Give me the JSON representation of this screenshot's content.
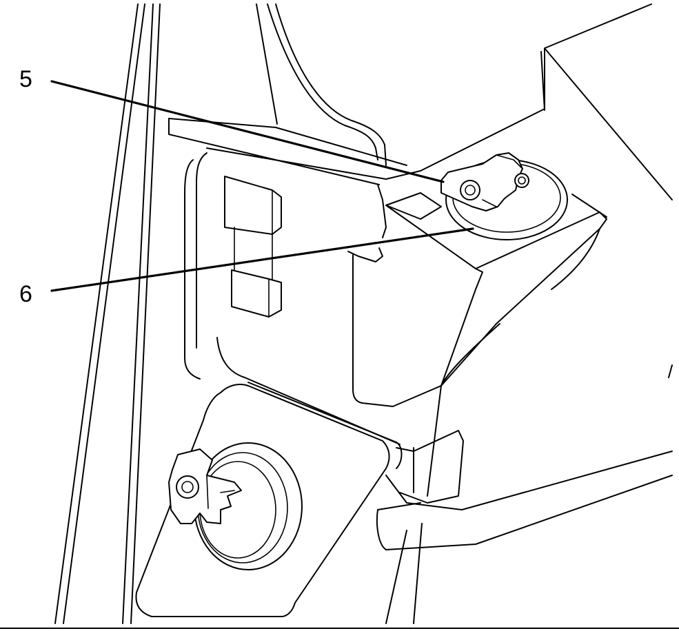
{
  "callouts": [
    {
      "id": "5",
      "label": "5"
    },
    {
      "id": "6",
      "label": "6"
    }
  ],
  "colors": {
    "line": "#000000",
    "background": "#ffffff"
  }
}
